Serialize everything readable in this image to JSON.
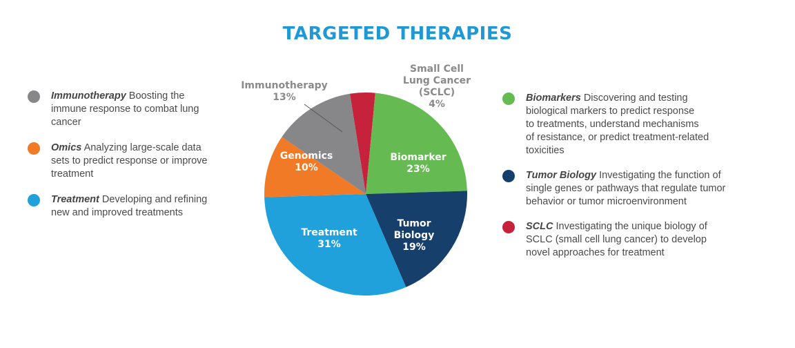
{
  "chart_data": {
    "type": "pie",
    "title": "TARGETED THERAPIES",
    "title_color": "#1f98d3",
    "slices": [
      {
        "key": "sclc",
        "label_lines": [
          "Small Cell",
          "Lung Cancer",
          "(SCLC)"
        ],
        "pct": "4%",
        "value": 4,
        "color": "#c6223b",
        "label_style": "outer"
      },
      {
        "key": "biomarker",
        "label_lines": [
          "Biomarker"
        ],
        "pct": "23%",
        "value": 23,
        "color": "#65bb52",
        "label_style": "inner"
      },
      {
        "key": "tumor",
        "label_lines": [
          "Tumor",
          "Biology"
        ],
        "pct": "19%",
        "value": 19,
        "color": "#163f6c",
        "label_style": "inner"
      },
      {
        "key": "treatment",
        "label_lines": [
          "Treatment"
        ],
        "pct": "31%",
        "value": 31,
        "color": "#20a1dc",
        "label_style": "inner"
      },
      {
        "key": "genomics",
        "label_lines": [
          "Genomics"
        ],
        "pct": "10%",
        "value": 10,
        "color": "#f07a26",
        "label_style": "inner"
      },
      {
        "key": "immuno",
        "label_lines": [
          "Immunotherapy"
        ],
        "pct": "13%",
        "value": 13,
        "color": "#87878a",
        "label_style": "outer"
      }
    ]
  },
  "legend_left": [
    {
      "name": "Immunotherapy",
      "desc": " Boosting the immune response to combat lung cancer",
      "color": "#87878a",
      "lines": [
        "Boosting the",
        "immune response to combat lung",
        "cancer"
      ]
    },
    {
      "name": "Omics",
      "desc": " Analyzing large-scale data sets to predict response or improve treatment",
      "color": "#f07a26",
      "lines": [
        "Analyzing large-scale data",
        "sets to predict response or improve",
        "treatment"
      ]
    },
    {
      "name": "Treatment",
      "desc": " Developing and refining new and improved treatments",
      "color": "#20a1dc",
      "lines": [
        "Developing and refining",
        "new and improved treatments"
      ]
    }
  ],
  "legend_right": [
    {
      "name": "Biomarkers",
      "desc": "  Discovering and testing biological markers to predict response to treatments, understand mechanisms of resistance, or predict treatment-related toxicities",
      "color": "#65bb52",
      "lines": [
        " Discovering and testing",
        "biological markers to predict response",
        "to treatments, understand mechanisms",
        "of resistance, or predict treatment-related",
        "toxicities"
      ]
    },
    {
      "name": "Tumor Biology",
      "desc": " Investigating the function of single genes or pathways that regulate tumor behavior or tumor microenvironment",
      "color": "#163f6c",
      "lines": [
        "Investigating the function of",
        "single genes or pathways that regulate tumor",
        "behavior or tumor microenvironment"
      ]
    },
    {
      "name": "SCLC",
      "desc": " Investigating the unique biology of SCLC (small cell lung cancer) to develop novel approaches for treatment",
      "color": "#c6223b",
      "lines": [
        "Investigating the unique biology of",
        "SCLC (small cell lung cancer) to develop",
        "novel approaches for treatment"
      ]
    }
  ]
}
